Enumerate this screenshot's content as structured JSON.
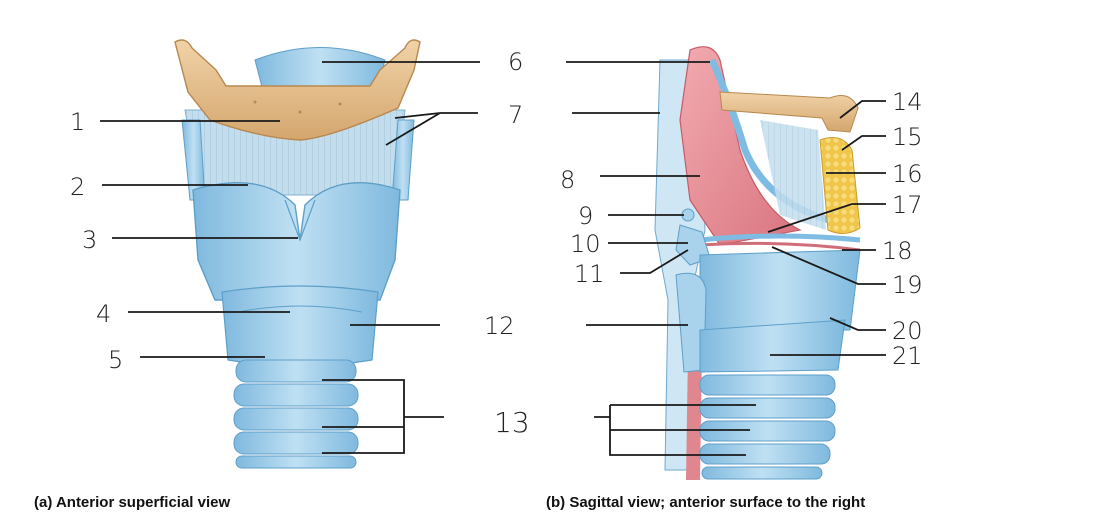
{
  "captions": {
    "a": "(a) Anterior superficial view",
    "b": "(b) Sagittal view; anterior surface to the right"
  },
  "labels": [
    "1",
    "2",
    "3",
    "4",
    "5",
    "6",
    "7",
    "8",
    "9",
    "10",
    "11",
    "12",
    "13",
    "14",
    "15",
    "16",
    "17",
    "18",
    "19",
    "20",
    "21"
  ],
  "colors": {
    "cartilage": "#a9d2ec",
    "cartilage_dark": "#6fb0d9",
    "bone": "#e9c596",
    "bone_dark": "#c79a63",
    "muscle": "#e88f97",
    "fat": "#f0c64a",
    "leader": "#1a1a1a"
  }
}
